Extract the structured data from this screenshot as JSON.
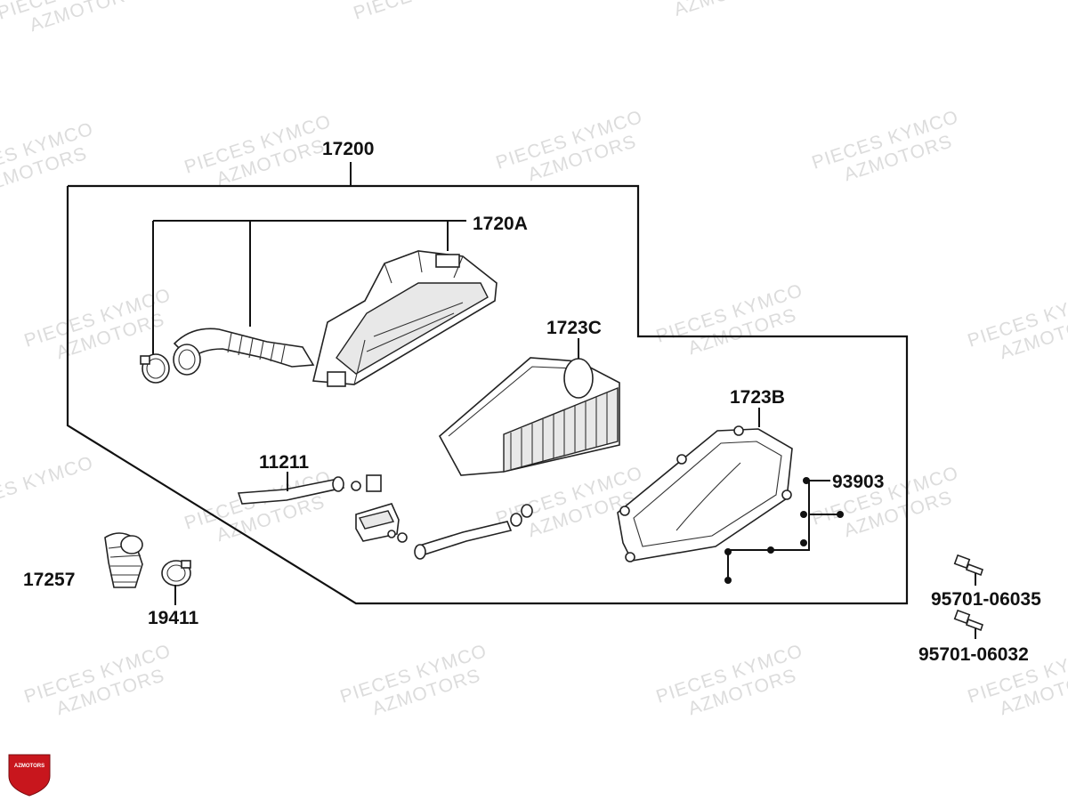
{
  "diagram": {
    "watermark": {
      "line1": "PIECES KYMCO",
      "line2": "AZMOTORS"
    },
    "logo": {
      "text": "AZMOTORS",
      "color": "#c8161d"
    },
    "part_labels": {
      "assembly": "17200",
      "case": "1720A",
      "element": "1723C",
      "cover": "1723B",
      "tube": "11211",
      "screw": "93903",
      "duct": "17257",
      "clamp": "19411",
      "bolt_a": "95701-06035",
      "bolt_b": "95701-06032"
    }
  }
}
